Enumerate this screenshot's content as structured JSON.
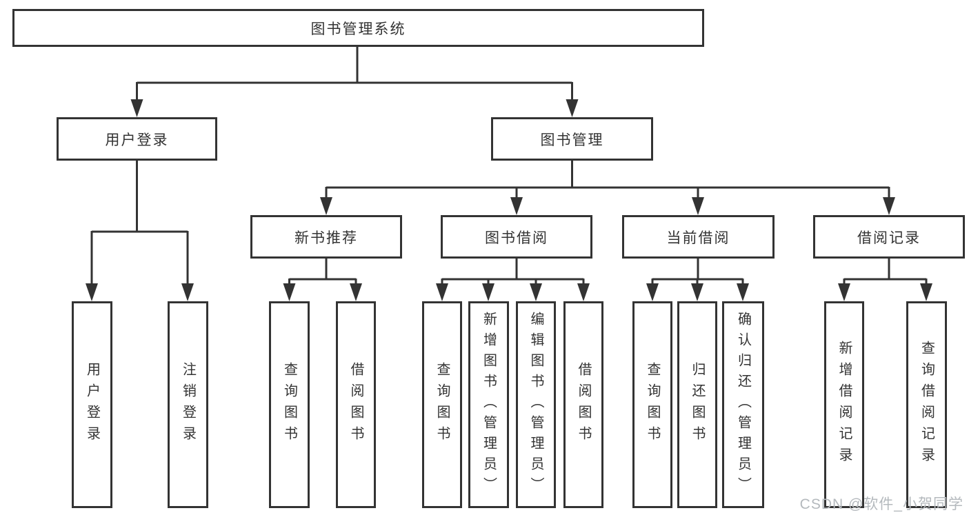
{
  "diagram": {
    "title": "图书管理系统",
    "branches": [
      {
        "label": "用户登录",
        "children": [
          {
            "label": "用户登录"
          },
          {
            "label": "注销登录"
          }
        ]
      },
      {
        "label": "图书管理",
        "children": [
          {
            "label": "新书推荐",
            "children": [
              {
                "label": "查询图书"
              },
              {
                "label": "借阅图书"
              }
            ]
          },
          {
            "label": "图书借阅",
            "children": [
              {
                "label": "查询图书"
              },
              {
                "label": "新增图书（管理员）"
              },
              {
                "label": "编辑图书（管理员）"
              },
              {
                "label": "借阅图书"
              }
            ]
          },
          {
            "label": "当前借阅",
            "children": [
              {
                "label": "查询图书"
              },
              {
                "label": "归还图书"
              },
              {
                "label": "确认归还（管理员）"
              }
            ]
          },
          {
            "label": "借阅记录",
            "children": [
              {
                "label": "新增借阅记录"
              },
              {
                "label": "查询借阅记录"
              }
            ]
          }
        ]
      }
    ]
  },
  "watermark": {
    "text": "CSDN @软件_小贺同学"
  },
  "colors": {
    "line": "#333333",
    "box_background": "#ffffff",
    "watermark": "#b4b9bd"
  }
}
